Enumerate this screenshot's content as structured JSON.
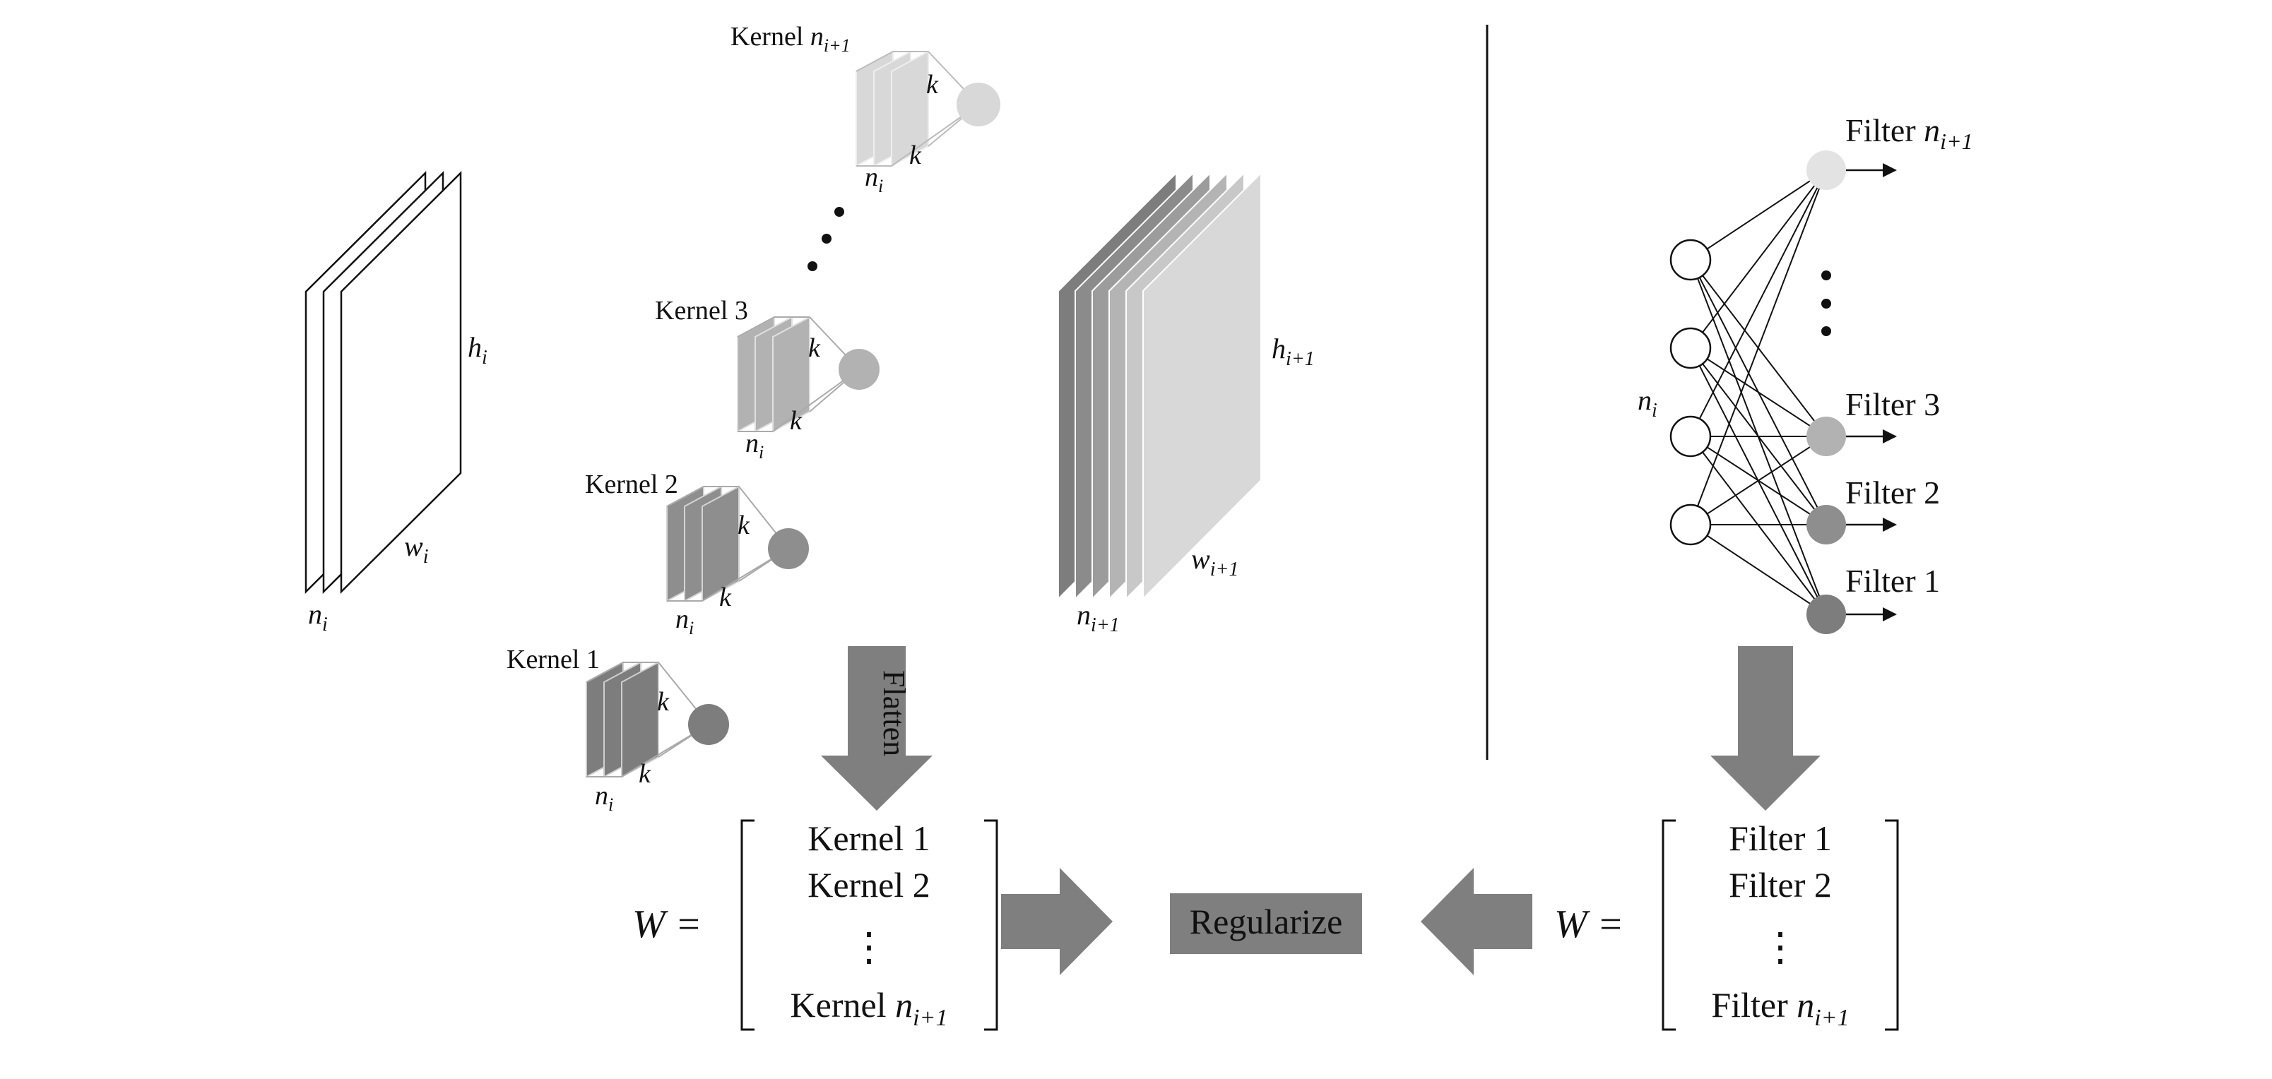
{
  "colors": {
    "k1": "#7d7d7d",
    "k2": "#8e8e8e",
    "k3": "#b2b2b2",
    "kn": "#d8d8d8",
    "arrow": "#7f7f7f",
    "line": "#111111",
    "outline": "#aaaaaa"
  },
  "left_input": {
    "n": "n",
    "n_sub": "i",
    "h": "h",
    "h_sub": "i",
    "w": "w",
    "w_sub": "i"
  },
  "kernels": [
    {
      "title": "Kernel 1",
      "k_side": "k",
      "k_bottom": "k",
      "n": "n",
      "n_sub": "i",
      "color_key": "k1"
    },
    {
      "title": "Kernel 2",
      "k_side": "k",
      "k_bottom": "k",
      "n": "n",
      "n_sub": "i",
      "color_key": "k2"
    },
    {
      "title": "Kernel 3",
      "k_side": "k",
      "k_bottom": "k",
      "n": "n",
      "n_sub": "i",
      "color_key": "k3"
    },
    {
      "title": "Kernel ",
      "title_var": "n",
      "title_sub": "i+1",
      "k_side": "k",
      "k_bottom": "k",
      "n": "n",
      "n_sub": "i",
      "color_key": "kn"
    }
  ],
  "output_stack": {
    "n": "n",
    "n_sub": "i+1",
    "h": "h",
    "h_sub": "i+1",
    "w": "w",
    "w_sub": "i+1"
  },
  "flatten_label": "Flatten",
  "regularize_label": "Regularize",
  "left_matrix": {
    "lhs": "W =",
    "rows": [
      "Kernel 1",
      "Kernel 2",
      "⋮",
      "Kernel "
    ],
    "last_var": "n",
    "last_sub": "i+1"
  },
  "right_matrix": {
    "lhs": "W =",
    "rows": [
      "Filter 1",
      "Filter 2",
      "⋮",
      "Filter "
    ],
    "last_var": "n",
    "last_sub": "i+1"
  },
  "network": {
    "input_label": "n",
    "input_sub": "i",
    "filters": [
      {
        "label": "Filter 1",
        "color_key": "k1"
      },
      {
        "label": "Filter 2",
        "color_key": "k2"
      },
      {
        "label": "Filter 3",
        "color_key": "k3"
      },
      {
        "label": "Filter ",
        "var": "n",
        "sub": "i+1",
        "color_key": "kn"
      }
    ]
  }
}
